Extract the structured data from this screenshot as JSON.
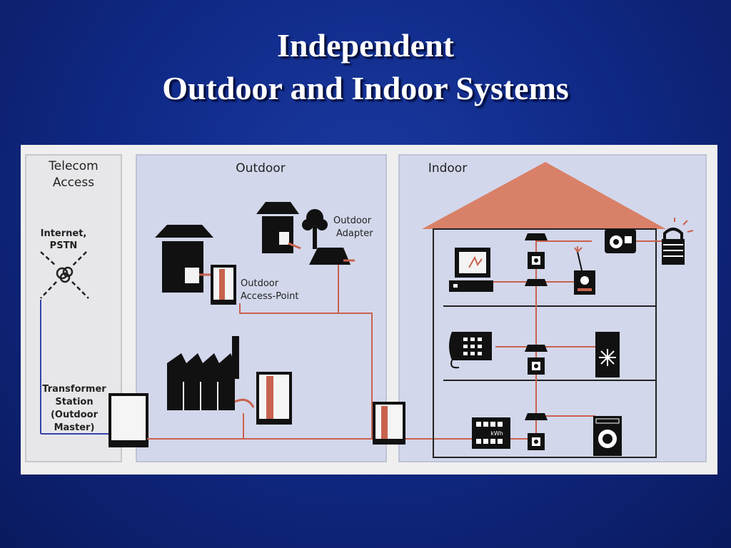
{
  "slide": {
    "title_line1": "Independent",
    "title_line2": "Outdoor and Indoor Systems"
  },
  "diagram": {
    "panels": {
      "telecom_line1": "Telecom",
      "telecom_line2": "Access",
      "outdoor": "Outdoor",
      "indoor": "Indoor"
    },
    "labels": {
      "internet_line1": "Internet,",
      "internet_line2": "PSTN",
      "outdoor_adapter_line1": "Outdoor",
      "outdoor_adapter_line2": "Adapter",
      "outdoor_access_point_line1": "Outdoor",
      "outdoor_access_point_line2": "Access-Point",
      "transformer_line1": "Transformer",
      "transformer_line2": "Station",
      "transformer_line3": "(Outdoor",
      "transformer_line4": "Master)",
      "meter_unit": "kWh"
    },
    "colors": {
      "panel": "#d3d7eb",
      "wire": "#c8624e",
      "roof": "#d98068",
      "ink": "#1a1a1a",
      "telecom_line": "#3344aa"
    },
    "icons": [
      "cloud-icon",
      "house-icon",
      "tree-icon",
      "factory-icon",
      "access-point-icon",
      "adapter-icon",
      "laptop-icon",
      "telephone-icon",
      "fridge-icon",
      "washing-machine-icon",
      "power-meter-icon",
      "socket-icon",
      "security-lock-icon",
      "projector-icon",
      "radio-icon"
    ]
  }
}
